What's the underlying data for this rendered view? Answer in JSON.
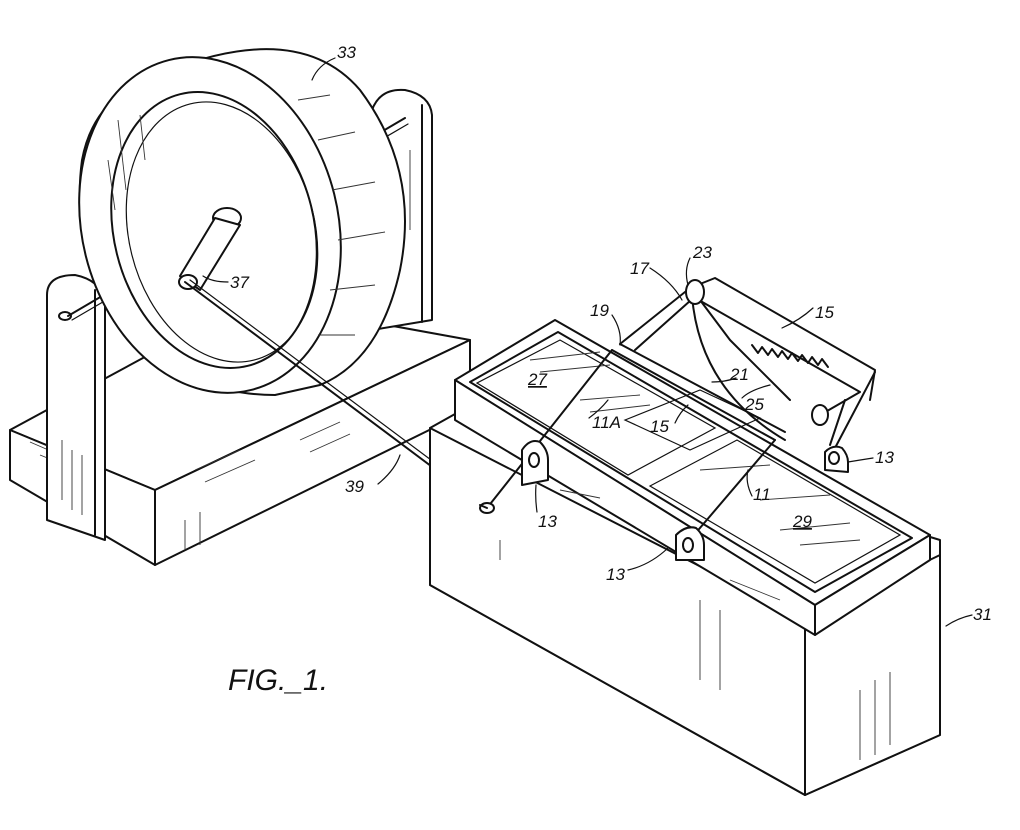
{
  "figure": {
    "caption": "FIG._1.",
    "labels": {
      "wheel": "33",
      "crank": "37",
      "rod": "39",
      "wire_upper_left": "19",
      "wire_upper": "17",
      "top_loop": "23",
      "frame_right": "15",
      "bail_middle": "21",
      "spring": "25",
      "panel_middle": "15",
      "left_compartment": "27",
      "right_compartment": "29",
      "wire_left": "11A",
      "wire_right": "11",
      "bracket_left": "13",
      "bracket_front": "13",
      "bracket_right": "13",
      "base_block": "31"
    }
  }
}
